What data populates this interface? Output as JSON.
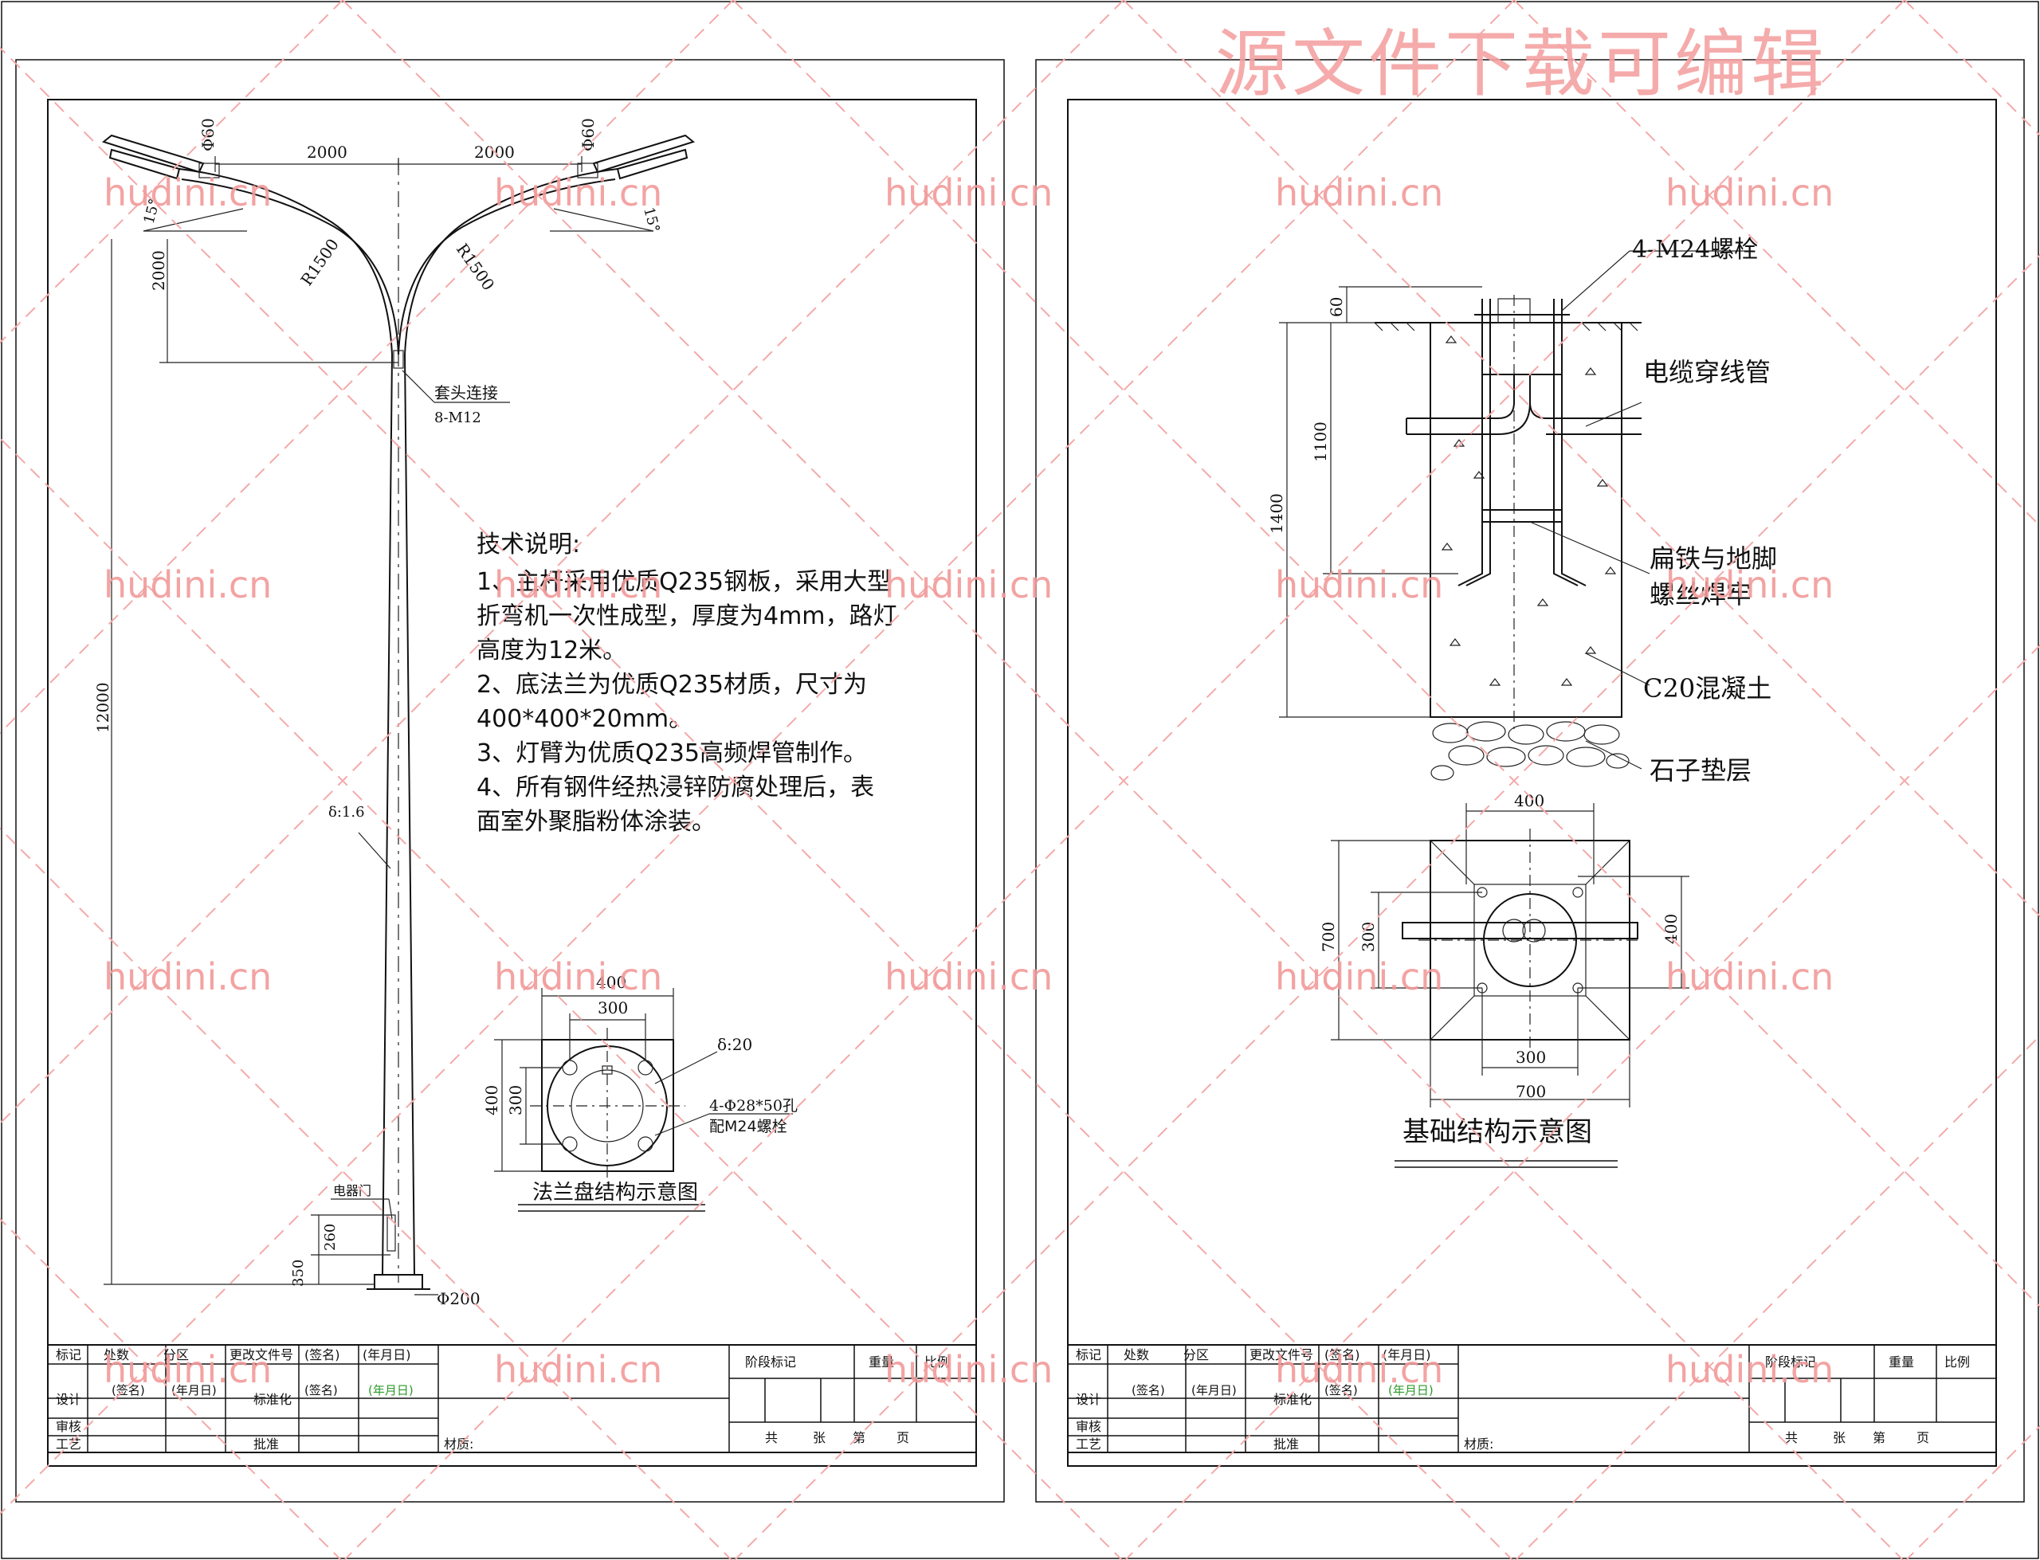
{
  "watermark": {
    "banner": "源文件下载可编辑",
    "site": "hudini.cn"
  },
  "sheet1": {
    "dims": {
      "arm_left": "2000",
      "arm_right": "2000",
      "phi60_left": "Φ60",
      "phi60_right": "Φ60",
      "angle_left": "15°",
      "angle_right": "15°",
      "r_left": "R1500",
      "r_right": "R1500",
      "arm_height": "2000",
      "pole_height": "12000",
      "taper": "δ:1.6",
      "door_h": "260",
      "door_base": "350",
      "base_dia": "Φ200"
    },
    "callouts": {
      "joint": "套头连接",
      "joint_bolts": "8-M12",
      "door": "电器门"
    },
    "notes": {
      "title": "技术说明:",
      "lines": [
        "1、主杆采用优质Q235钢板，采用大型",
        "折弯机一次性成型，厚度为4mm，路灯",
        "高度为12米。",
        "2、底法兰为优质Q235材质，尺寸为",
        "400*400*20mm。",
        "3、灯臂为优质Q235高频焊管制作。",
        "4、所有钢件经热浸锌防腐处理后，表",
        "面室外聚脂粉体涂装。"
      ]
    },
    "flange": {
      "dim_400_top": "400",
      "dim_300_top": "300",
      "dim_400_left": "400",
      "dim_300_left": "300",
      "thickness": "δ:20",
      "holes": "4-Φ28*50孔",
      "bolts": "配M24螺栓",
      "caption": "法兰盘结构示意图"
    }
  },
  "sheet2": {
    "labels": {
      "bolts": "4-M24螺栓",
      "conduit": "电缆穿线管",
      "flat_iron_1": "扁铁与地脚",
      "flat_iron_2": "螺丝焊牢",
      "concrete": "C20混凝土",
      "gravel": "石子垫层"
    },
    "dims": {
      "d60": "60",
      "d1100": "1100",
      "d1400": "1400",
      "plan_top_400": "400",
      "plan_left_700": "700",
      "plan_left_300": "300",
      "plan_right_400": "400",
      "plan_bottom_300": "300",
      "plan_bottom_700": "700"
    },
    "caption": "基础结构示意图"
  },
  "title_block": {
    "row1": [
      "标记",
      "处数",
      "分区",
      "更改文件号",
      "(签名)",
      "(年月日)"
    ],
    "design": "设计",
    "sign_date": [
      "(签名)",
      "(年月日)"
    ],
    "standard": "标准化",
    "sign2": "(签名)",
    "date2": "(年月日)",
    "check": "审核",
    "craft": "工艺",
    "approve": "批准",
    "material": "材质:",
    "stage": "阶段标记",
    "weight": "重量",
    "scale": "比例",
    "total": "共",
    "sheet": "张",
    "page_no": "第",
    "page": "页"
  }
}
